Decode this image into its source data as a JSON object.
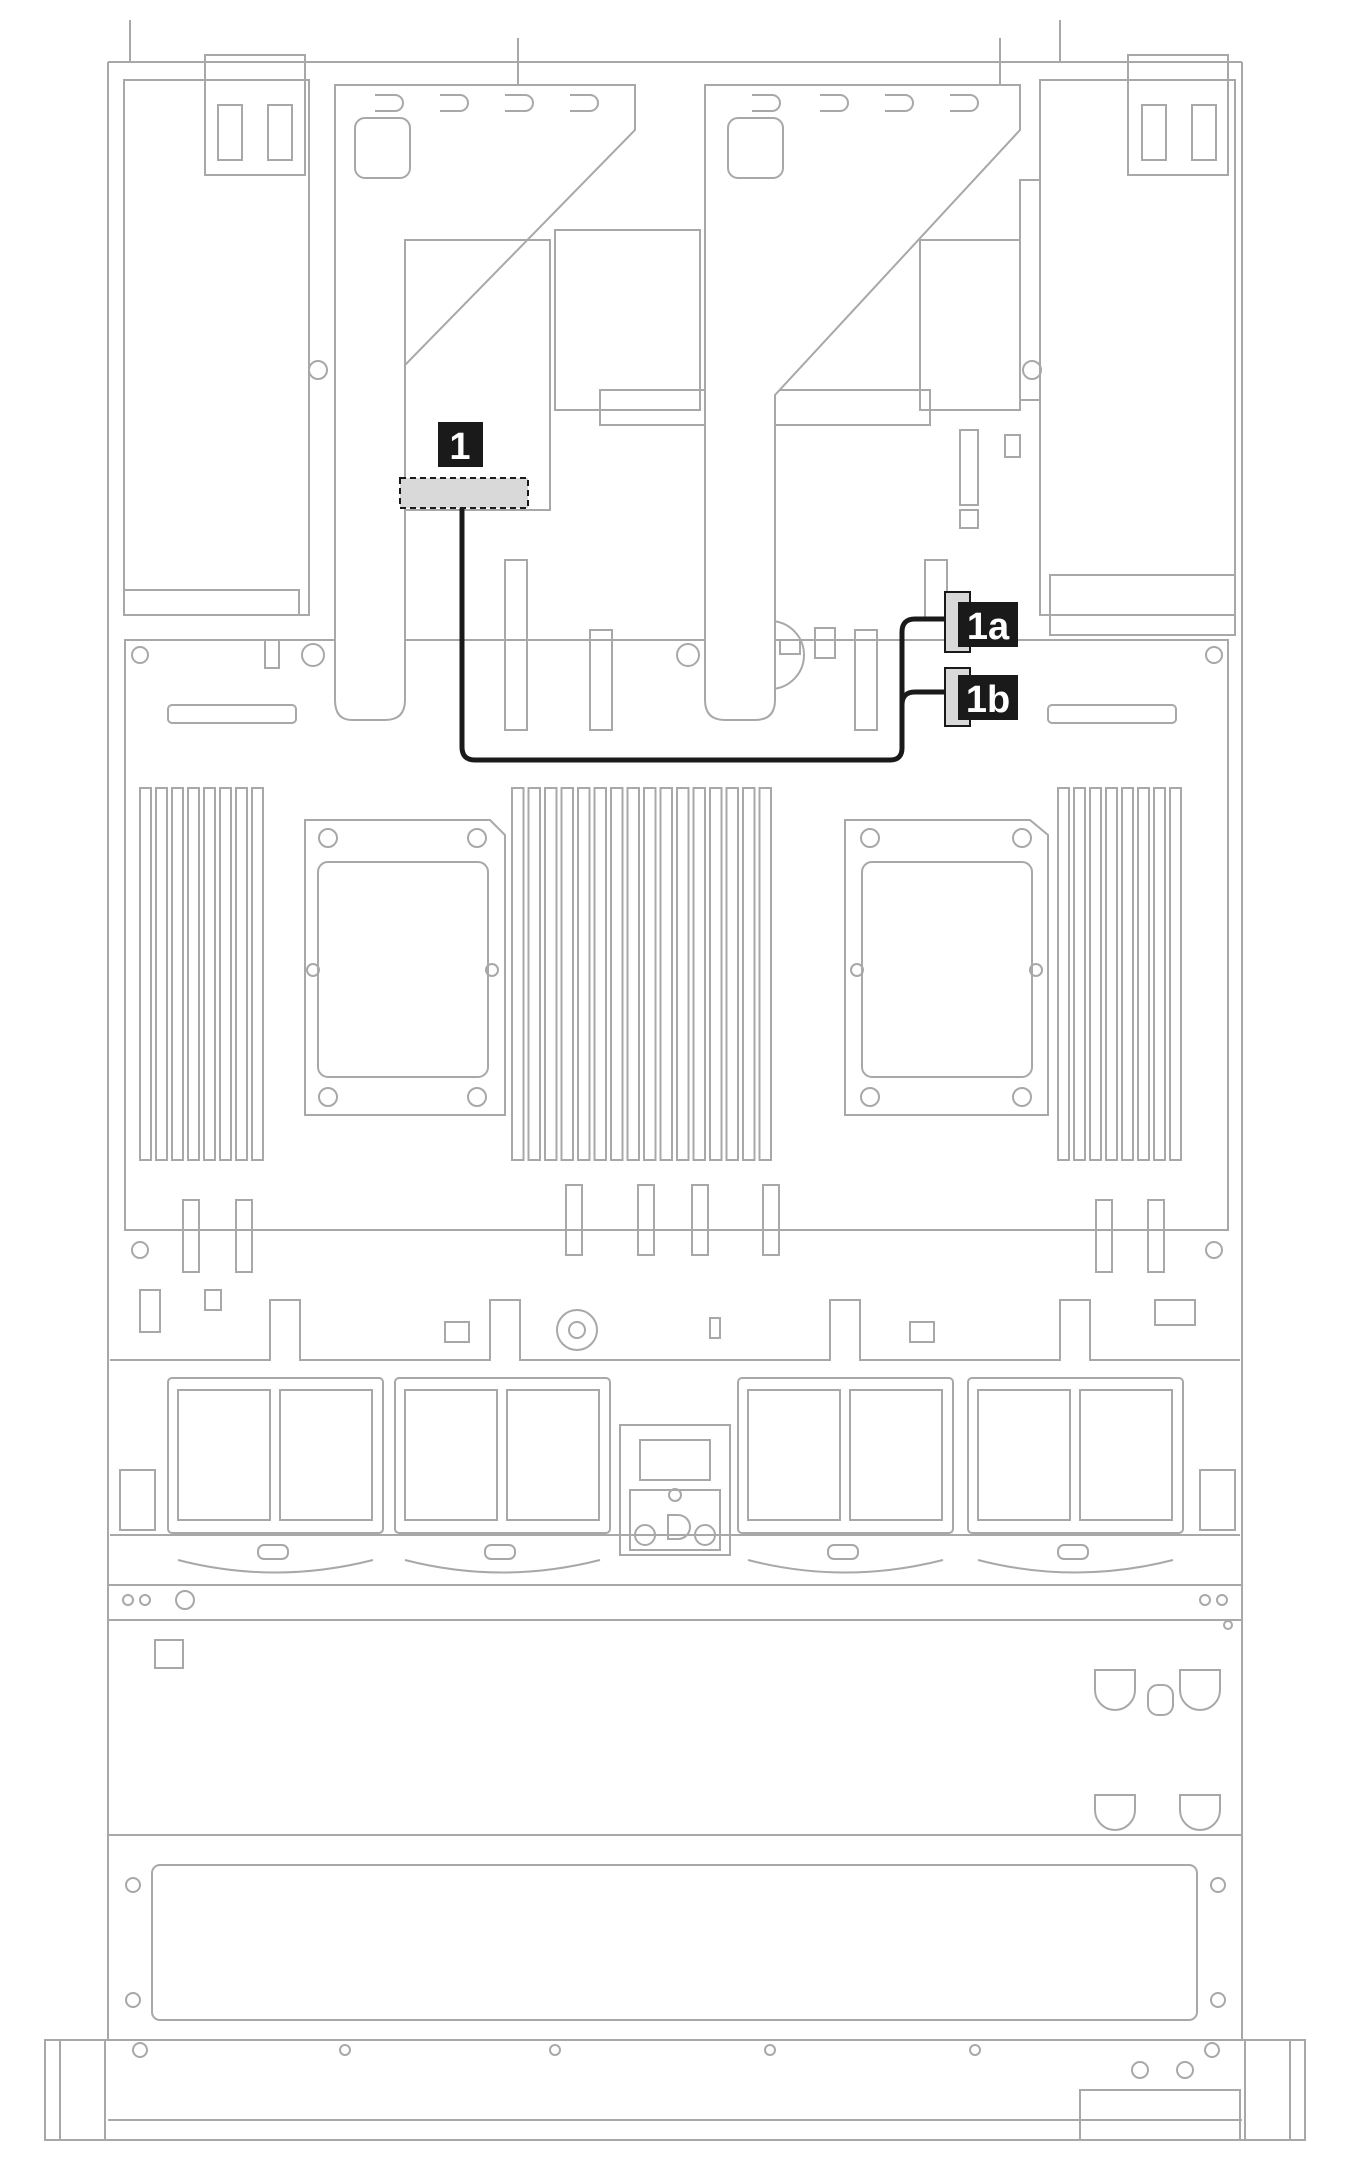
{
  "diagram": {
    "callouts": {
      "c1": "1",
      "c1a": "1a",
      "c1b": "1b"
    },
    "colors": {
      "outline": "#a8a8a8",
      "cable": "#1a1a1a",
      "callout_bg": "#1a1a1a",
      "connector_fill": "#d9d9d9"
    }
  }
}
